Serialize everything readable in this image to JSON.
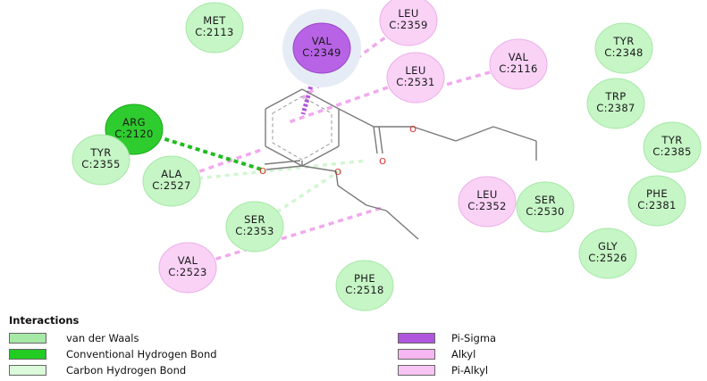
{
  "residues": [
    {
      "name": "MET",
      "id": "C:2113",
      "type": "vdw"
    },
    {
      "name": "LEU",
      "id": "C:2359",
      "type": "alkyl"
    },
    {
      "name": "VAL",
      "id": "C:2349",
      "type": "pisigma"
    },
    {
      "name": "TYR",
      "id": "C:2348",
      "type": "vdw"
    },
    {
      "name": "LEU",
      "id": "C:2531",
      "type": "alkyl"
    },
    {
      "name": "VAL",
      "id": "C:2116",
      "type": "alkyl"
    },
    {
      "name": "TRP",
      "id": "C:2387",
      "type": "vdw"
    },
    {
      "name": "ARG",
      "id": "C:2120",
      "type": "hbond"
    },
    {
      "name": "TYR",
      "id": "C:2385",
      "type": "vdw"
    },
    {
      "name": "TYR",
      "id": "C:2355",
      "type": "vdw"
    },
    {
      "name": "ALA",
      "id": "C:2527",
      "type": "vdw"
    },
    {
      "name": "LEU",
      "id": "C:2352",
      "type": "alkyl"
    },
    {
      "name": "SER",
      "id": "C:2530",
      "type": "vdw"
    },
    {
      "name": "PHE",
      "id": "C:2381",
      "type": "vdw"
    },
    {
      "name": "SER",
      "id": "C:2353",
      "type": "vdw"
    },
    {
      "name": "GLY",
      "id": "C:2526",
      "type": "vdw"
    },
    {
      "name": "VAL",
      "id": "C:2523",
      "type": "alkyl"
    },
    {
      "name": "PHE",
      "id": "C:2518",
      "type": "vdw"
    }
  ],
  "interactions": [
    {
      "residue": "VAL C:2349",
      "kind": "Pi-Sigma"
    },
    {
      "residue": "LEU C:2359",
      "kind": "Pi-Alkyl"
    },
    {
      "residue": "LEU C:2531",
      "kind": "Pi-Alkyl"
    },
    {
      "residue": "VAL C:2116",
      "kind": "Alkyl"
    },
    {
      "residue": "LEU C:2352",
      "kind": "Alkyl"
    },
    {
      "residue": "VAL C:2523",
      "kind": "Alkyl"
    },
    {
      "residue": "ALA C:2527",
      "kind": "Pi-Alkyl"
    },
    {
      "residue": "ARG C:2120",
      "kind": "Conventional Hydrogen Bond"
    },
    {
      "residue": "SER C:2353",
      "kind": "Carbon Hydrogen Bond"
    },
    {
      "residue": "ALA C:2527",
      "kind": "Carbon Hydrogen Bond"
    }
  ],
  "atoms": {
    "oxygen": "O"
  },
  "legend": {
    "title": "Interactions",
    "items": [
      {
        "label": "van der Waals",
        "color": "#a6e8a6"
      },
      {
        "label": "Conventional Hydrogen Bond",
        "color": "#22cc22"
      },
      {
        "label": "Carbon Hydrogen Bond",
        "color": "#dafada"
      },
      {
        "label": "Pi-Sigma",
        "color": "#b056dd"
      },
      {
        "label": "Alkyl",
        "color": "#f6b6f2"
      },
      {
        "label": "Pi-Alkyl",
        "color": "#f8c4f4"
      }
    ]
  },
  "colors": {
    "vdw_fill": "#c6f5c6",
    "vdw_stroke": "#a6e8a6",
    "hbond_fill": "#2ecc2e",
    "hbond_stroke": "#1aa81a",
    "alkyl_fill": "#f9d2f6",
    "alkyl_stroke": "#ecaee8",
    "pisigma_fill": "#b863e6",
    "pisigma_stroke": "#9a44c8",
    "pisigma_halo": "#e6ecf6",
    "line_pisigma": "#b056dd",
    "line_alkyl": "#f2a8ee",
    "line_hbond": "#22bb22",
    "line_chbond": "#d2f6d2",
    "bond": "#7a7a7a",
    "oxygen": "#dd2222"
  }
}
